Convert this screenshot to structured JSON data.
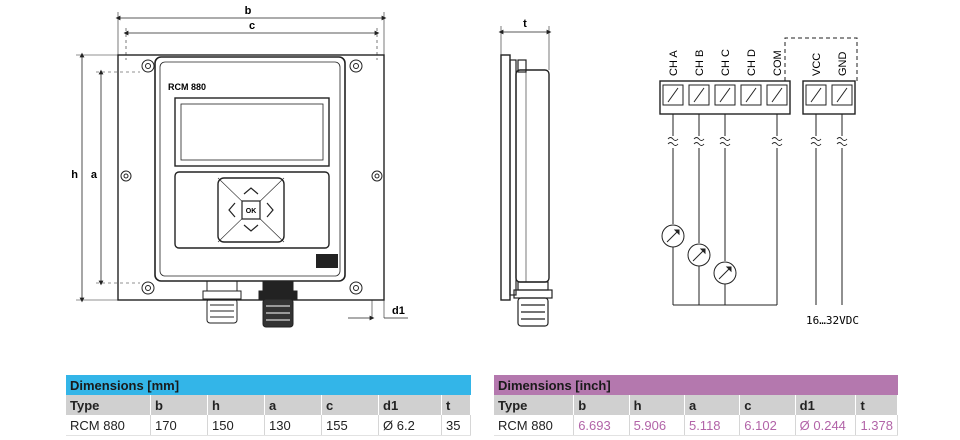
{
  "front_view": {
    "dim_b": "b",
    "dim_c": "c",
    "dim_h": "h",
    "dim_a": "a",
    "dim_d1": "d1",
    "model_label": "RCM 880",
    "ok_button": "OK"
  },
  "side_view": {
    "dim_t": "t"
  },
  "wiring": {
    "terminals": [
      "CH A",
      "CH B",
      "CH C",
      "CH D",
      "COM",
      "VCC",
      "GND"
    ],
    "supply_label": "16…32VDC"
  },
  "table_mm": {
    "title": "Dimensions [mm]",
    "headers": [
      "Type",
      "b",
      "h",
      "a",
      "c",
      "d1",
      "t"
    ],
    "row": [
      "RCM 880",
      "170",
      "150",
      "130",
      "155",
      "Ø 6.2",
      "35"
    ]
  },
  "table_inch": {
    "title": "Dimensions [inch]",
    "headers": [
      "Type",
      "b",
      "h",
      "a",
      "c",
      "d1",
      "t"
    ],
    "row": [
      "RCM 880",
      "6.693",
      "5.906",
      "5.118",
      "6.102",
      "Ø 0.244",
      "1.378"
    ]
  },
  "colors": {
    "mm_header": "#33b5e8",
    "inch_header": "#b478ae",
    "inch_values": "#b264a8"
  }
}
